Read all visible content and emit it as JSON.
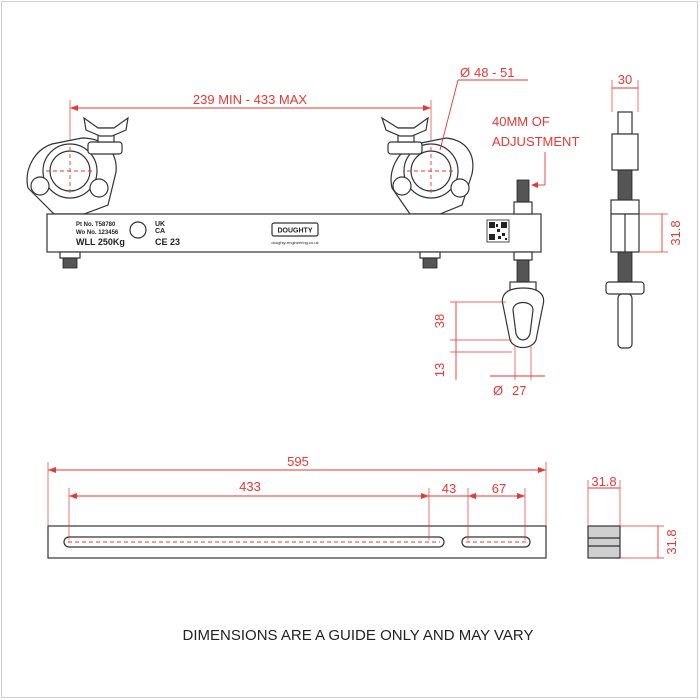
{
  "dimensions": {
    "span": "239 MIN - 433 MAX",
    "tube_diameter": "48 - 51",
    "adjustment": [
      "40MM OF",
      "ADJUSTMENT"
    ],
    "side_width": "30",
    "side_height": "31.8",
    "eye_height": "38",
    "eye_lower": "13",
    "eye_diameter": "27",
    "bar_length": "595",
    "slot_long": "433",
    "slot_gap": "43",
    "slot_short": "67",
    "section_width": "31.8",
    "section_height": "31.8",
    "diameter_symbol": "Ø"
  },
  "plate": {
    "pt_no": "Pt No. T58780",
    "wo_no": "Wo No. 123456",
    "wll": "WLL 250Kg",
    "ukca_line1": "UK",
    "ukca_line2": "CA",
    "ce": "CE 23",
    "brand": "DOUGHTY",
    "website": "doughty-engineering.co.uk"
  },
  "footer": {
    "disclaimer": "DIMENSIONS ARE A GUIDE ONLY AND MAY VARY"
  },
  "colors": {
    "dimension": "#e53935",
    "outline": "#333333"
  }
}
